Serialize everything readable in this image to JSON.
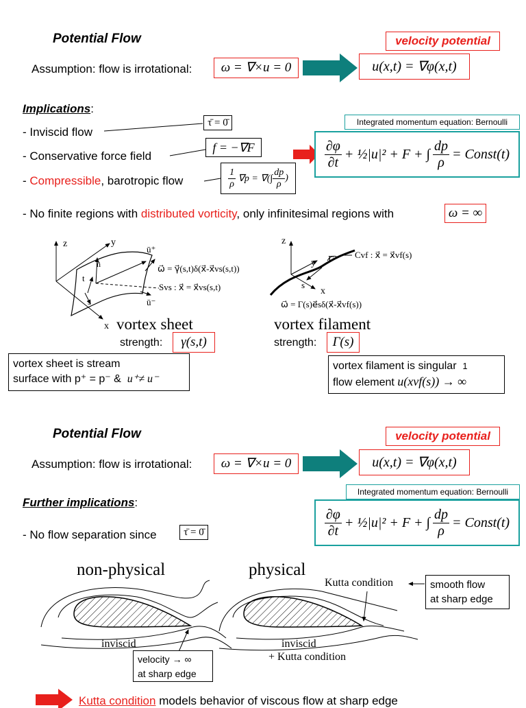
{
  "slide1": {
    "title": "Potential Flow",
    "velocity_potential_label": "velocity potential",
    "assumption_text": "Assumption: flow is irrotational:",
    "omega_eq": "ω = ∇×u = 0",
    "u_eq": "u(x,t) = ∇φ(x,t)",
    "implications_heading": "Implications",
    "implications_colon": ":",
    "item_inviscid": "- Inviscid flow",
    "tau_eq": "τ̄ = 0̄",
    "item_conservative": "- Conservative force field",
    "force_eq": "f = −∇F",
    "item_compressible_dash": "- ",
    "item_compressible_red": "Compressible",
    "item_compressible_rest": ", barotropic flow",
    "bernoulli_label": "Integrated momentum equation: Bernoulli",
    "bernoulli_rhs": "= Const(t)",
    "vorticity_pre": "- No finite regions with ",
    "vorticity_red": "distributed vorticity",
    "vorticity_post": ", only infinitesimal regions with",
    "omega_inf": "ω = ∞",
    "sheet_title": "vortex sheet",
    "sheet_strength_label": "strength:",
    "sheet_strength": "γ(s,t)",
    "sheet_omega": "ω⃗ = γ⃗(s,t)δ(x⃗-x⃗vs(s,t))",
    "sheet_surface": "Svs : x⃗ = x⃗vs(s,t)",
    "filament_title": "vortex filament",
    "filament_strength_label": "strength:",
    "filament_strength": "Γ(s)",
    "filament_curve": "Cvf : x⃗ = x⃗vf(s)",
    "filament_omega": "ω⃗ = Γ(s)e⃗sδ(x⃗-x⃗vf(s))",
    "sheet_note_line1": "vortex sheet is stream",
    "sheet_note_line2": "surface with p⁺ = p⁻ &",
    "sheet_note_math": "u⁺≠ u⁻",
    "filament_note_line1": "vortex filament is singular",
    "filament_note_line2": "flow element",
    "filament_note_math": "u(xvf(s)) → ∞",
    "page_number": "1"
  },
  "slide2": {
    "title": "Potential Flow",
    "velocity_potential_label": "velocity potential",
    "assumption_text": "Assumption: flow is irrotational:",
    "omega_eq": "ω = ∇×u = 0",
    "u_eq": "u(x,t) = ∇φ(x,t)",
    "further_heading": "Further implications",
    "further_colon": ":",
    "bernoulli_label": "Integrated momentum equation: Bernoulli",
    "bernoulli_rhs": "= Const(t)",
    "separation_text": "- No flow separation since",
    "tau_eq": "τ̄ = 0̄",
    "nonphysical": "non-physical",
    "physical": "physical",
    "kutta_label": "Kutta condition",
    "smooth_line1": "smooth flow",
    "smooth_line2": "at sharp edge",
    "inviscid_left": "inviscid",
    "inviscid_right": "inviscid",
    "kutta_plus": "+ Kutta condition",
    "velocity_line1": "velocity → ∞",
    "velocity_line2": "at sharp edge",
    "bottom_red": "Kutta condition",
    "bottom_rest": " models behavior of viscous flow at sharp edge"
  },
  "colors": {
    "accent_red": "#e8201c",
    "teal": "#19a09e",
    "arrow_teal": "#0e7f7c"
  }
}
